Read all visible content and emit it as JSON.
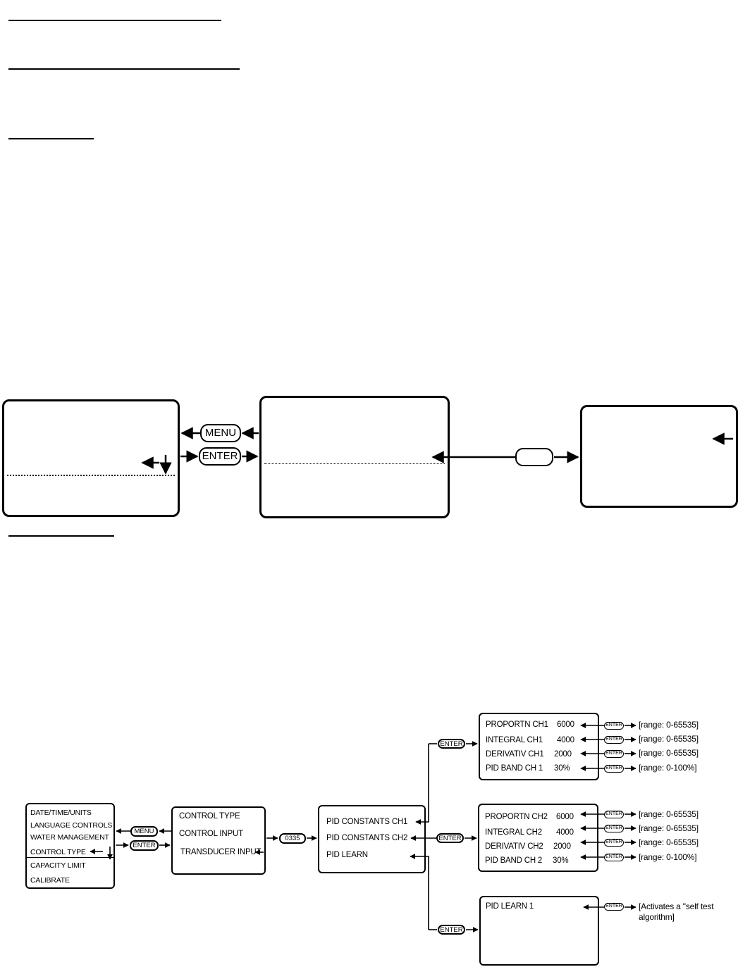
{
  "top_diagram": {
    "menu_button": "MENU",
    "enter_button": "ENTER",
    "middle_button": ""
  },
  "bottom_diagram": {
    "main_menu": [
      "DATE/TIME/UNITS",
      "LANGUAGE CONTROLS",
      "WATER MANAGEMENT",
      "CONTROL TYPE",
      "CAPACITY LIMIT",
      "CALIBRATE"
    ],
    "menu_button": "MENU",
    "enter_button": "ENTER",
    "control_menu": [
      "CONTROL TYPE",
      "CONTROL INPUT",
      "TRANSDUCER INPUT"
    ],
    "code_button": "0335",
    "pid_menu": [
      "PID CONSTANTS CH1",
      "PID CONSTANTS CH2",
      "PID LEARN"
    ],
    "enter_label": "ENTER",
    "ch1": {
      "rows": [
        {
          "label": "PROPORTN CH1",
          "value": "6000",
          "range": "[range: 0-65535]"
        },
        {
          "label": "INTEGRAL CH1",
          "value": "4000",
          "range": "[range: 0-65535]"
        },
        {
          "label": "DERIVATIV CH1",
          "value": "2000",
          "range": "[range: 0-65535]"
        },
        {
          "label": "PID BAND CH 1",
          "value": "30%",
          "range": "[range: 0-100%]"
        }
      ]
    },
    "ch2": {
      "rows": [
        {
          "label": "PROPORTN CH2",
          "value": "6000",
          "range": "[range: 0-65535]"
        },
        {
          "label": "INTEGRAL CH2",
          "value": "4000",
          "range": "[range: 0-65535]"
        },
        {
          "label": "DERIVATIV CH2",
          "value": "2000",
          "range": "[range: 0-65535]"
        },
        {
          "label": "PID BAND CH 2",
          "value": "30%",
          "range": "[range: 0-100%]"
        }
      ]
    },
    "learn": {
      "label": "PID LEARN 1",
      "note_line1": "[Activates a \"self test",
      "note_line2": "algorithm]"
    }
  }
}
